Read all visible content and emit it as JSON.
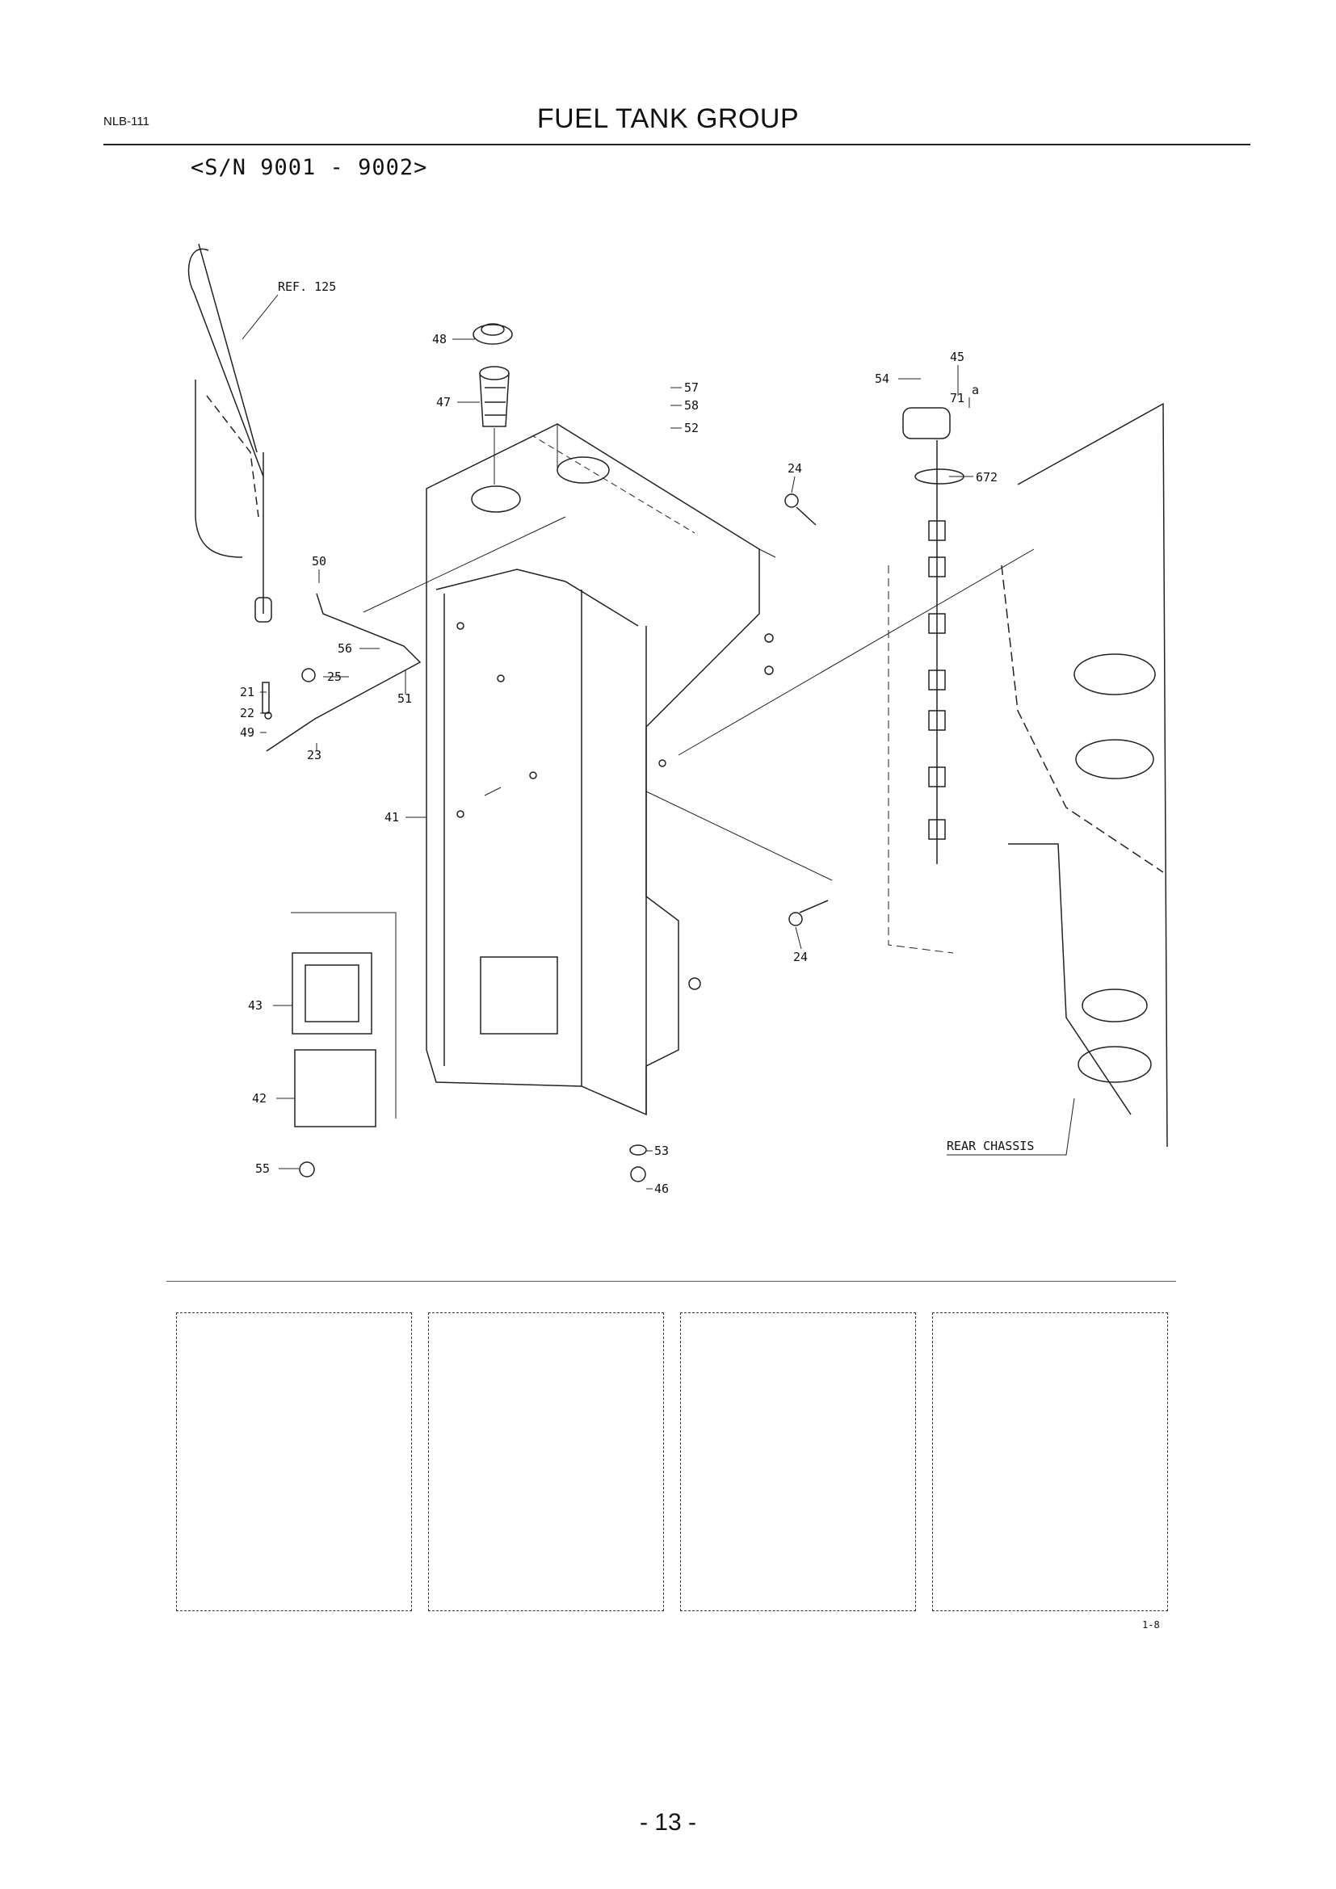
{
  "header": {
    "code": "NLB-111",
    "title": "FUEL TANK GROUP",
    "serial_range": "<S/N 9001 - 9002>"
  },
  "diagram": {
    "callouts": [
      "48",
      "47",
      "57",
      "58",
      "52",
      "24",
      "45",
      "54",
      "71",
      "a",
      "672",
      "50",
      "56",
      "25",
      "21",
      "22",
      "49",
      "23",
      "51",
      "41",
      "43",
      "42",
      "55",
      "53",
      "46",
      "24"
    ],
    "references": [
      "REF. 125",
      "REAR CHASSIS"
    ]
  },
  "footer": {
    "sheet_id": "1-8",
    "page_number": "- 13 -"
  },
  "colors": {
    "ink": "#111111",
    "paper": "#ffffff"
  }
}
